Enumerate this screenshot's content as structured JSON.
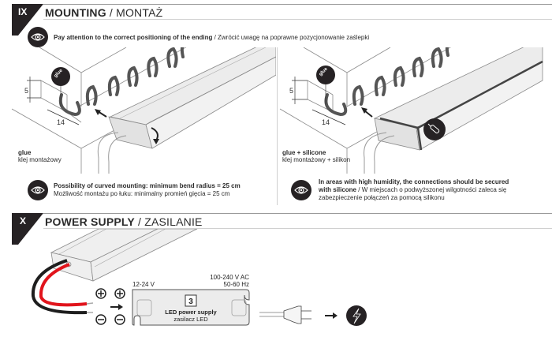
{
  "section_ix": {
    "number": "IX",
    "title_bold": "MOUNTING",
    "title_sep": " / ",
    "title_normal": "MONTAŻ",
    "notice": {
      "bold": "Pay attention to the correct positioning of the ending",
      "sep": " / ",
      "normal": "Zwrócić uwagę na poprawne pozycjonowanie zaślepki"
    },
    "left_figure": {
      "dim_height": "5",
      "dim_width": "14",
      "glue_badge": "glue",
      "caption_bold": "glue",
      "caption_normal": "klej montażowy"
    },
    "right_figure": {
      "dim_height": "5",
      "dim_width": "14",
      "glue_badge": "glue",
      "caption_bold": "glue + silicone",
      "caption_normal": "klej montażowy + silikon"
    },
    "left_note": {
      "bold": "Possibility of curved mounting: minimum bend radius = 25 cm",
      "normal": "Możliwość montażu po łuku: minimalny promień gięcia = 25 cm"
    },
    "right_note": {
      "bold": "In areas with high humidity, the connections should be secured with silicone",
      "sep": " / ",
      "normal": "W miejscach o podwyższonej wilgotności zaleca się zabezpieczenie połączeń za pomocą silikonu"
    }
  },
  "section_x": {
    "number": "X",
    "title_bold": "POWER SUPPLY",
    "title_sep": " / ",
    "title_normal": "ZASILANIE",
    "plus_symbol": "⊕",
    "minus_symbol": "⊖",
    "psu": {
      "output_voltage": "12-24 V",
      "input_voltage": "100-240 V AC",
      "input_freq": "50-60 Hz",
      "index": "3",
      "label_en": "LED power supply",
      "label_pl": "zasilacz LED"
    }
  },
  "icons": {
    "eye": "eye-icon",
    "glue": "glue-bottle-icon",
    "silicone": "silicone-tube-icon",
    "plug": "power-plug-icon",
    "socket": "lightning-icon",
    "arrow": "arrow-right-icon"
  },
  "colors": {
    "dark": "#262224",
    "wire_red": "#e1141c",
    "wire_black": "#1e1e1e",
    "profile_fill": "#ececec",
    "line": "#8a8a8a"
  }
}
